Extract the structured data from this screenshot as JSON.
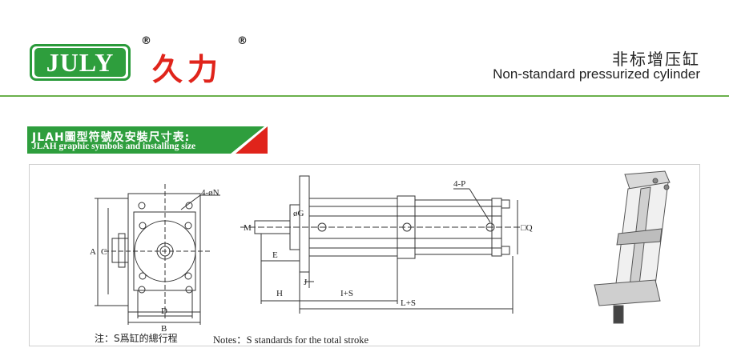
{
  "brand": {
    "latin": "JULY",
    "chinese": "久力",
    "registered_mark": "®",
    "color_green": "#2e9e3d",
    "color_red": "#e0241b"
  },
  "header": {
    "title_cn": "非标增压缸",
    "title_en": "Non-standard pressurized cylinder",
    "rule_color": "#6ab04c"
  },
  "section": {
    "title_cn": "JLAH圖型符號及安裝尺寸表:",
    "title_en": "JLAH graphic symbols and installing size"
  },
  "drawing": {
    "front_view": {
      "dims": {
        "A": "A",
        "B": "B",
        "C": "C",
        "D": "D",
        "N": "4-øN"
      }
    },
    "side_view": {
      "dims": {
        "M": "M",
        "G": "øG",
        "E": "E",
        "H": "H",
        "J": "J",
        "IS": "I+S",
        "LS": "L+S",
        "P": "4-P",
        "Q": "□Q"
      }
    }
  },
  "notes": {
    "cn": "注：S爲缸的總行程",
    "en": "Notes：S standards for the total stroke"
  }
}
